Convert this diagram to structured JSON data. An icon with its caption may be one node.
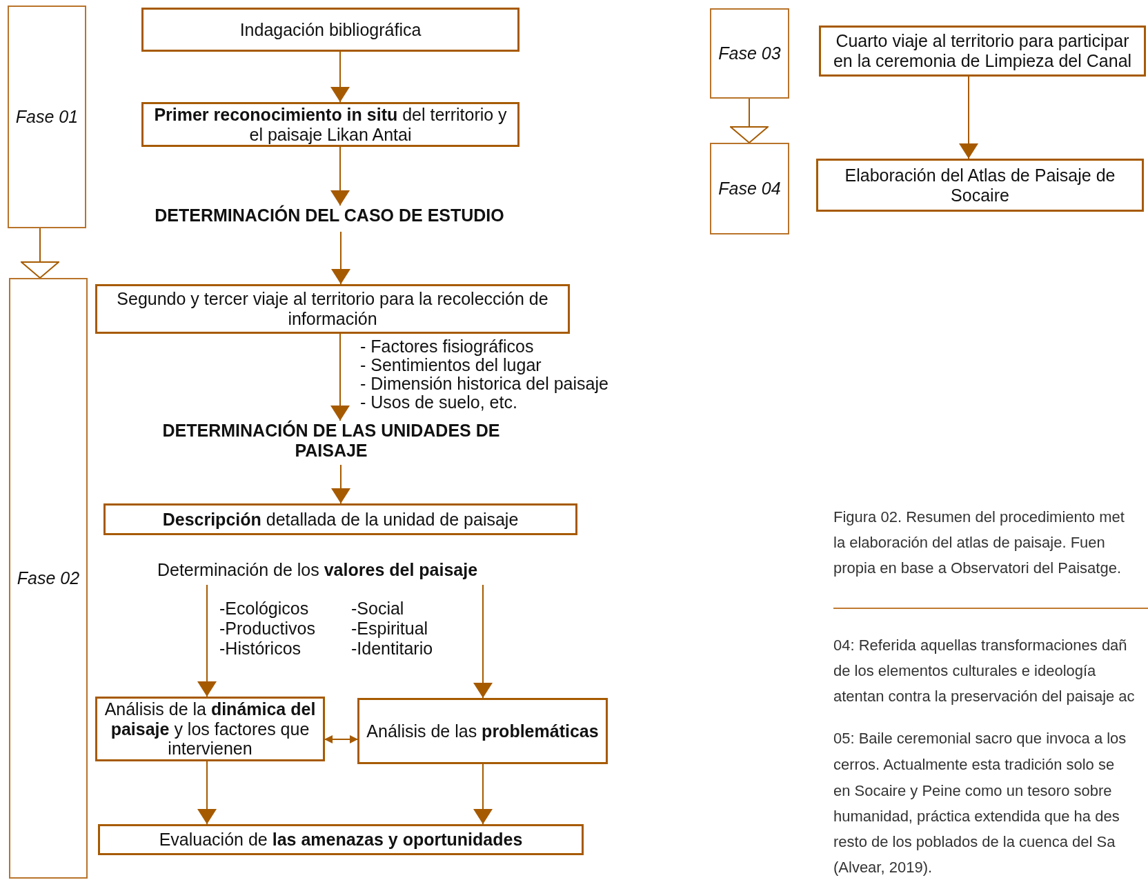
{
  "diagram": {
    "nodes": [
      {
        "text": [
          "Fase 01"
        ]
      },
      {
        "text": [
          "Indagación bibliográfica"
        ]
      },
      {
        "text": [
          "**Primer reconocimiento in situ** del territorio y el paisaje Likan Antai"
        ]
      },
      {
        "text": [
          "DETERMINACIÓN DEL CASO DE ESTUDIO"
        ]
      },
      {
        "text": [
          "Fase 02"
        ]
      },
      {
        "text": [
          "Segundo y tercer viaje al territorio para la recolección de información"
        ]
      },
      {
        "text": [
          "DETERMINACIÓN DE LAS UNIDADES DE PAISAJE"
        ]
      },
      {
        "text": [
          "**Descripción** detallada de la unidad de paisaje"
        ]
      },
      {
        "text": [
          "Determinación de los **valores del paisaje**"
        ]
      },
      {
        "text": [
          "Análisis de la **dinámica del paisaje** y los factores que intervienen"
        ]
      },
      {
        "text": [
          "Análisis de las **problemáticas**"
        ]
      },
      {
        "text": [
          "Evaluación de **las amenazas y oportunidades**"
        ]
      },
      {
        "text": [
          "Fase 03"
        ]
      },
      {
        "text": [
          "Cuarto viaje al territorio para participar en la ceremonia de Limpieza del Canal"
        ]
      },
      {
        "text": [
          "Fase 04"
        ]
      },
      {
        "text": [
          "Elaboración del Atlas de Paisaje de Socaire"
        ]
      }
    ],
    "edges": [
      {
        "from": 1,
        "to": 2,
        "arrow": "to"
      },
      {
        "from": 2,
        "to": 3,
        "arrow": "to"
      },
      {
        "from": 3,
        "to": 5,
        "arrow": "to"
      },
      {
        "from": 0,
        "to": 4,
        "arrow": "to"
      },
      {
        "from": 5,
        "to": 6,
        "arrow": "to"
      },
      {
        "from": 6,
        "to": 7,
        "arrow": "to"
      },
      {
        "from": 8,
        "to": 9,
        "arrow": "to"
      },
      {
        "from": 8,
        "to": 10,
        "arrow": "to"
      },
      {
        "from": 9,
        "to": 10,
        "arrow": "both"
      },
      {
        "from": 9,
        "to": 11,
        "arrow": "to"
      },
      {
        "from": 10,
        "to": 11,
        "arrow": "to"
      },
      {
        "from": 12,
        "to": 14,
        "arrow": "to"
      },
      {
        "from": 13,
        "to": 15,
        "arrow": "to"
      }
    ],
    "labels": [
      "- Factores fisiográficos",
      "- Sentimientos del lugar",
      "- Dimensión historica del paisaje",
      "- Usos de suelo, etc.",
      "-Ecológicos",
      "-Social",
      "-Productivos",
      "-Espiritual",
      "-Históricos",
      "-Identitario",
      "Figura 02. Resumen del procedimiento met",
      "la elaboración del atlas de paisaje. Fuen",
      "propia en base a Observatori del Paisatge.",
      "04: Referida aquellas transformaciones dañ",
      "de los elementos culturales e ideología",
      "atentan contra la preservación del paisaje ac",
      "05: Baile ceremonial sacro que invoca a los",
      "cerros. Actualmente esta tradición solo se",
      "en Socaire y Peine como un tesoro sobre",
      "humanidad, práctica extendida que ha des",
      "resto de los poblados de la cuenca del Sa",
      "(Alvear, 2019)."
    ]
  }
}
